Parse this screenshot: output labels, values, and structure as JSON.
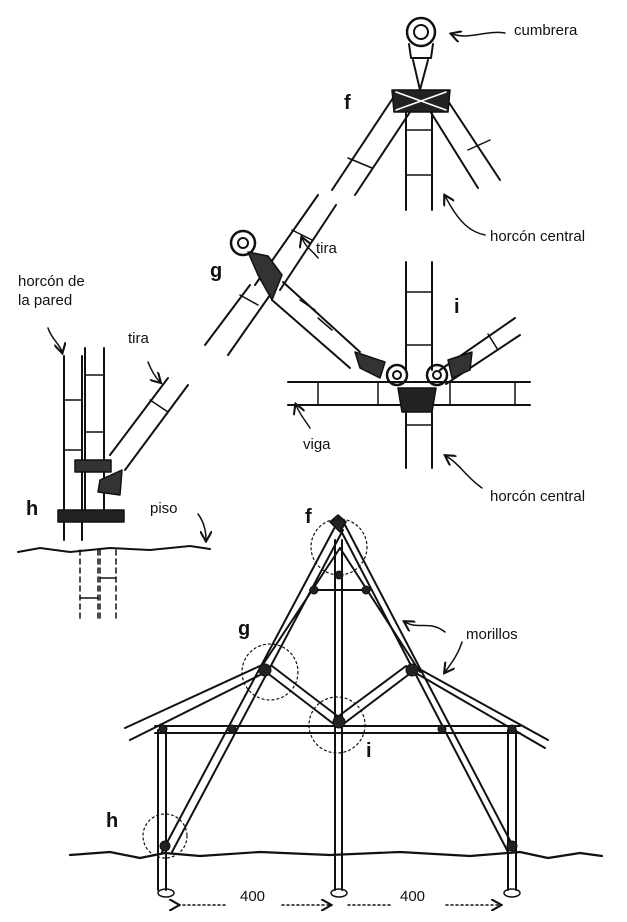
{
  "labels": {
    "cumbrera": "cumbrera",
    "horcon_central_top": "horcón central",
    "horcon_central_mid": "horcón central",
    "horcon_de_la_pared": "horcón de\nla pared",
    "tira_left": "tira",
    "tira_upper": "tira",
    "viga": "viga",
    "piso": "piso",
    "morillos": "morillos"
  },
  "detail_letters": {
    "f_top": "f",
    "g_top": "g",
    "h_top": "h",
    "i_top": "i",
    "f_bottom": "f",
    "g_bottom": "g",
    "h_bottom": "h",
    "i_bottom": "i"
  },
  "dimensions": {
    "left_span": "400",
    "right_span": "400"
  }
}
